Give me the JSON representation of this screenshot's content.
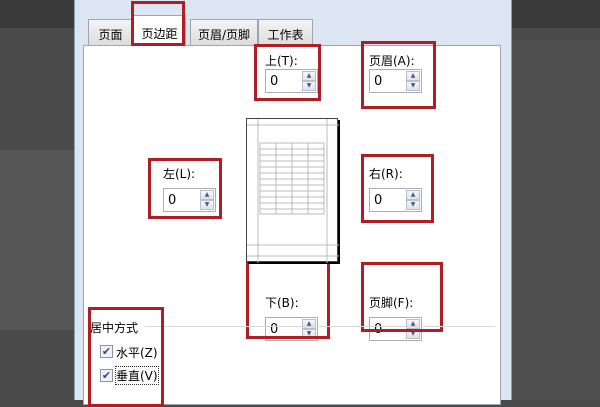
{
  "tabs": [
    {
      "label": "页面"
    },
    {
      "label": "页边距"
    },
    {
      "label": "页眉/页脚"
    },
    {
      "label": "工作表"
    }
  ],
  "margins": {
    "top": {
      "label": "上(T):",
      "value": "0"
    },
    "header": {
      "label": "页眉(A):",
      "value": "0"
    },
    "left": {
      "label": "左(L):",
      "value": "0"
    },
    "right": {
      "label": "右(R):",
      "value": "0"
    },
    "bottom": {
      "label": "下(B):",
      "value": "0"
    },
    "footer": {
      "label": "页脚(F):",
      "value": "0"
    }
  },
  "centering": {
    "title": "居中方式",
    "horizontal": {
      "label": "水平(Z)",
      "checked": true
    },
    "vertical": {
      "label": "垂直(V)",
      "checked": true
    }
  },
  "colors": {
    "highlight": "#b01e23"
  }
}
